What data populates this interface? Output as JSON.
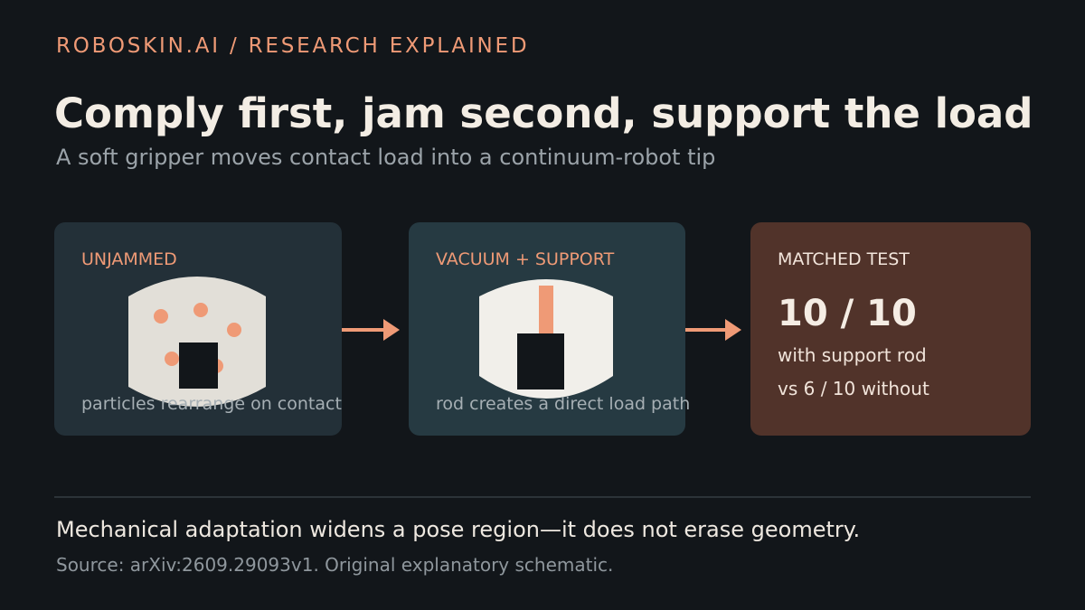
{
  "header": {
    "kicker": "ROBOSKIN.AI / RESEARCH EXPLAINED",
    "title": "Comply first, jam second, support the load",
    "subtitle": "A soft gripper moves contact load into a continuum-robot tip"
  },
  "stages": [
    {
      "label": "UNJAMMED",
      "caption": "particles rearrange on contact",
      "icon": "unjammed-gripper-icon"
    },
    {
      "label": "VACUUM + SUPPORT",
      "caption": "rod creates a direct load path",
      "icon": "vacuum-support-gripper-icon"
    }
  ],
  "result": {
    "label": "MATCHED TEST",
    "value": "10 / 10",
    "line1": "with support rod",
    "line2": "vs 6 / 10 without"
  },
  "footer": {
    "takeaway": "Mechanical adaptation widens a pose region—it does not erase geometry.",
    "source": "Source: arXiv:2609.29093v1. Original explanatory schematic."
  },
  "colors": {
    "background": "#12161a",
    "accent": "#ef9a76",
    "card_unjammed": "#233038",
    "card_support": "#263a42",
    "card_result": "#51332a"
  }
}
